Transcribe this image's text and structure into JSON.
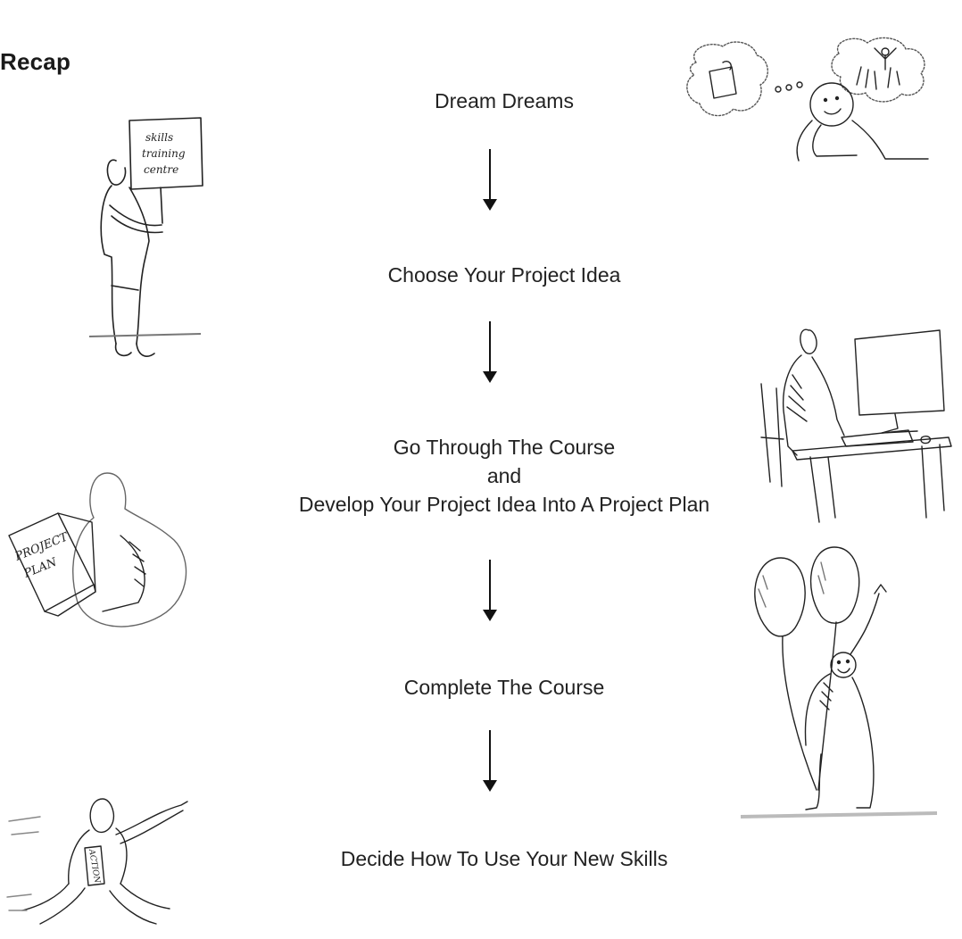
{
  "diagram": {
    "title": "Recap",
    "steps": [
      {
        "lines": [
          "Dream Dreams"
        ]
      },
      {
        "lines": [
          "Choose Your Project Idea"
        ]
      },
      {
        "lines": [
          "Go Through The Course",
          "and",
          "Develop Your Project Idea Into A Project Plan"
        ]
      },
      {
        "lines": [
          "Complete The Course"
        ]
      },
      {
        "lines": [
          "Decide How To Use Your New Skills"
        ]
      }
    ],
    "connector": "arrow-down",
    "illustrations": {
      "sign": {
        "text": [
          "skills",
          "training",
          "centre"
        ]
      },
      "book": {
        "text": [
          "PROJECT",
          "PLAN"
        ]
      },
      "runner": {
        "text": "ACTION"
      }
    }
  }
}
